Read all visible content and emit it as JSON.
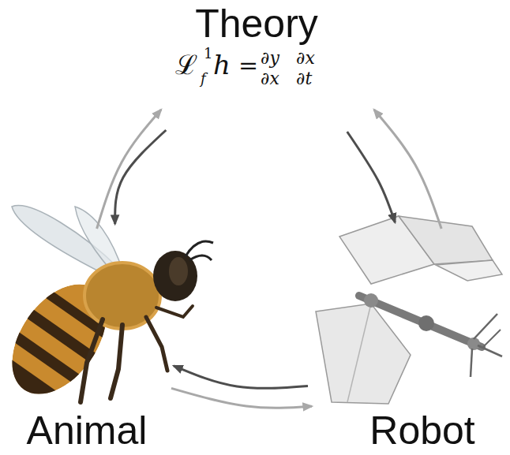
{
  "diagram": {
    "nodes": [
      {
        "text": [
          "Theory"
        ]
      },
      {
        "text": [
          "Animal"
        ]
      },
      {
        "text": [
          "Robot"
        ]
      }
    ],
    "edges": [
      {
        "from": 0,
        "to": 1,
        "arrow": "to"
      },
      {
        "from": 1,
        "to": 0,
        "arrow": "to"
      },
      {
        "from": 0,
        "to": 2,
        "arrow": "to"
      },
      {
        "from": 2,
        "to": 0,
        "arrow": "to"
      },
      {
        "from": 2,
        "to": 1,
        "arrow": "to"
      },
      {
        "from": 1,
        "to": 2,
        "arrow": "to"
      }
    ],
    "labels": [
      "ℒ",
      "1",
      "f",
      "h",
      "=",
      "∂y",
      "∂x",
      "∂x",
      "∂t"
    ]
  }
}
